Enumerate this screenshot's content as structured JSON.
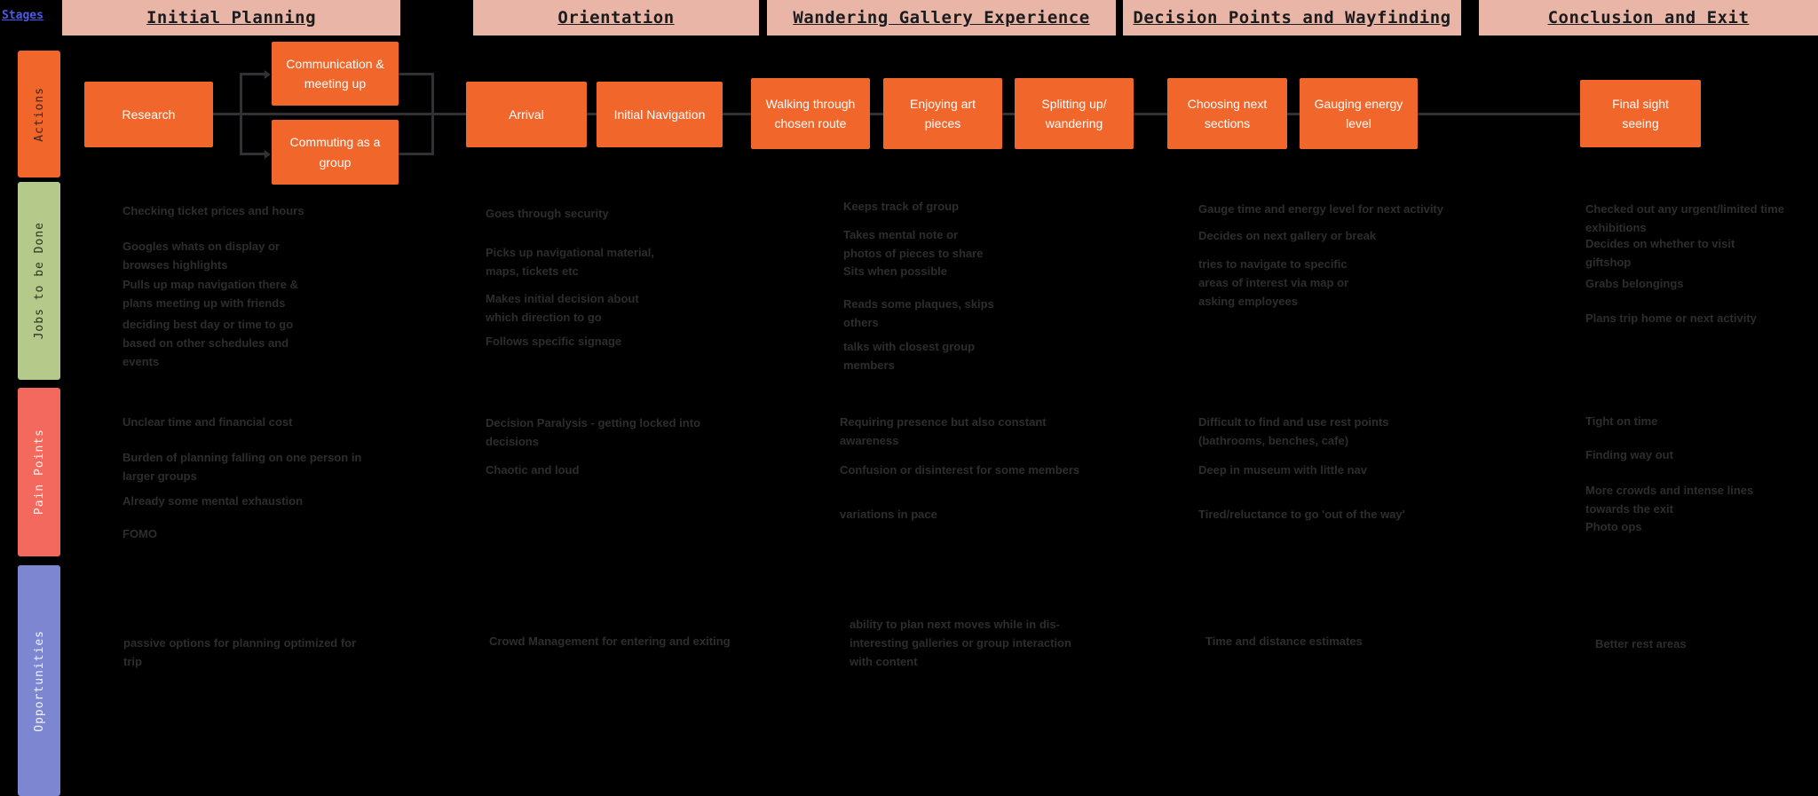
{
  "colors": {
    "background": "#000000",
    "stage_bar": "#E8B5A7",
    "action_orange": "#F1662B",
    "jobs_green": "#B5C98B",
    "pain_red": "#F4695E",
    "opportunity_purple": "#7D87D1",
    "stages_link_blue": "#4B5AE9",
    "note_text": "#2D2D2D",
    "connector": "#2F3133"
  },
  "stages_label": "Stages",
  "stage_headers": [
    "Initial Planning",
    "Orientation",
    "Wandering Gallery Experience",
    "Decision Points and Wayfinding",
    "Conclusion and Exit"
  ],
  "row_labels": {
    "actions": "Actions",
    "jobs": "Jobs to be Done",
    "pain": "Pain Points",
    "opportunities": "Opportunities"
  },
  "actions": [
    "Research",
    "Communication &\nmeeting up",
    "Commuting as a\ngroup",
    "Arrival",
    "Initial Navigation",
    "Walking through\nchosen route",
    "Enjoying art\npieces",
    "Splitting up/\nwandering",
    "Choosing next\nsections",
    "Gauging energy\nlevel",
    "Final sight\nseeing"
  ],
  "jobs": [
    [
      "Checking ticket prices and hours",
      "Googles whats on display or\nbrowses highlights",
      "Pulls up map navigation there &\nplans meeting up with friends",
      "deciding best day or time to go\nbased on other schedules and\nevents"
    ],
    [
      "Goes through security",
      "Picks up navigational material,\nmaps, tickets etc",
      "Makes initial decision about\nwhich direction to go",
      "Follows specific signage"
    ],
    [
      "Keeps track of group",
      "Takes mental note or\nphotos of pieces to share",
      "Sits when possible",
      "Reads some plaques, skips\nothers",
      "talks with closest group\nmembers"
    ],
    [
      "Gauge time and energy level for next activity",
      "Decides on next gallery or break",
      "tries to navigate to specific\nareas of interest via map or\nasking employees"
    ],
    [
      "Checked out any urgent/limited time\nexhibitions",
      "Decides on whether to visit\ngiftshop",
      "Grabs belongings",
      "Plans trip home or next activity"
    ]
  ],
  "pain_points": [
    [
      "Unclear time and financial cost",
      "Burden of planning falling on one person in\nlarger groups",
      "Already some mental exhaustion",
      "FOMO"
    ],
    [
      "Decision Paralysis - getting locked into\ndecisions",
      "Chaotic and loud"
    ],
    [
      "Requiring presence but also constant\nawareness",
      "Confusion or disinterest for some members",
      "variations in pace"
    ],
    [
      "Difficult to find and use rest points\n(bathrooms, benches, cafe)",
      "Deep in museum with little nav",
      "Tired/reluctance to go 'out of the way'"
    ],
    [
      "Tight on time",
      "Finding way out",
      "More crowds and intense lines\ntowards the exit",
      "Photo ops"
    ]
  ],
  "opportunities": [
    "passive options for planning optimized for\ntrip",
    "Crowd Management for entering and exiting",
    "ability to plan next moves while in dis-\ninteresting galleries or group interaction\nwith content",
    "Time and distance estimates",
    "Better rest areas"
  ]
}
